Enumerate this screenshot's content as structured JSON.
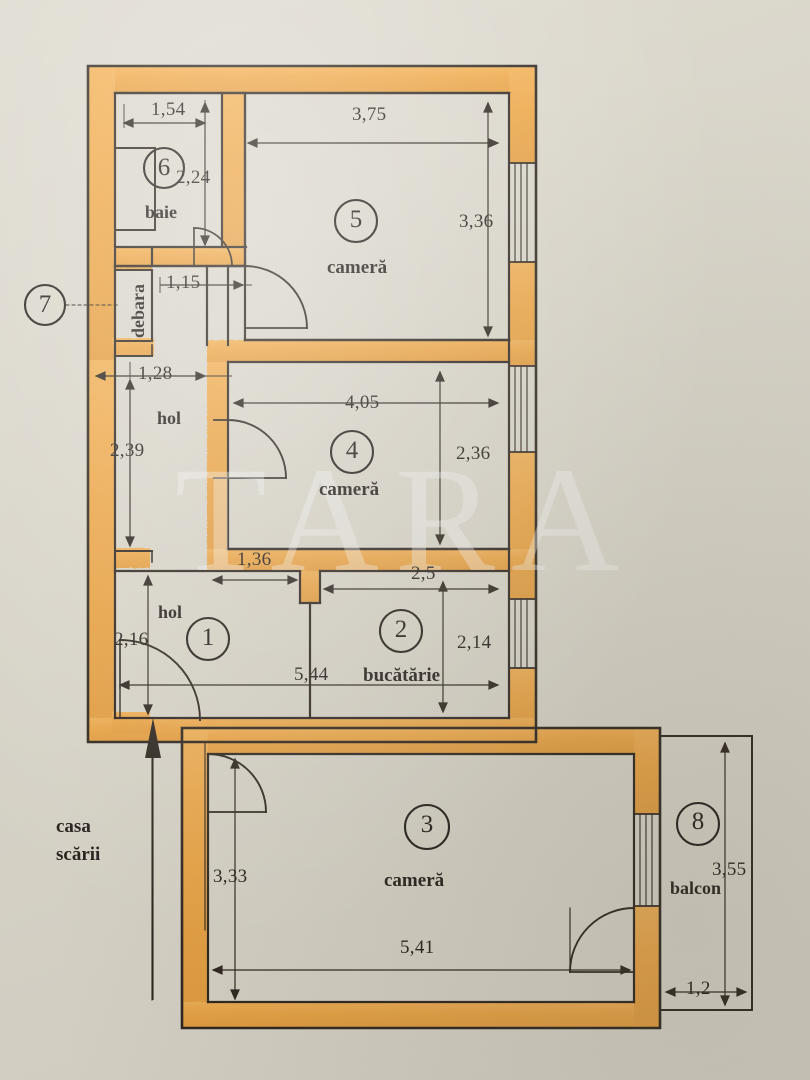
{
  "document": {
    "kind": "apartment-floor-plan",
    "watermark": "TARA",
    "language": "ro"
  },
  "colors": {
    "paper": "#dbd7cb",
    "wall_highlight": "#f0a43c",
    "ink": "#1a1410",
    "room_fill": "#d7d3c7"
  },
  "rooms": [
    {
      "index": "1",
      "marker": "1",
      "name": "hol",
      "width": "1,36",
      "height": "2,16"
    },
    {
      "index": "2",
      "marker": "2",
      "name": "bucătărie",
      "width": "2,5",
      "height": "2,14"
    },
    {
      "index": "3",
      "marker": "3",
      "name": "cameră",
      "width": "5,41",
      "height": "3,33"
    },
    {
      "index": "4",
      "marker": "4",
      "name": "cameră",
      "width": "4,05",
      "height": "2,36"
    },
    {
      "index": "5",
      "marker": "5",
      "name": "cameră",
      "width": "3,75",
      "height": "3,36"
    },
    {
      "index": "6",
      "marker": "6",
      "name": "baie",
      "width": "1,54",
      "height": "2,24"
    },
    {
      "index": "7",
      "marker": "7",
      "name": "debara",
      "width": "1,15",
      "height": ""
    },
    {
      "index": "8",
      "marker": "8",
      "name": "balcon",
      "width": "1,2",
      "height": "3,55"
    }
  ],
  "markers": {
    "m1": "1",
    "m2": "2",
    "m3": "3",
    "m4": "4",
    "m5": "5",
    "m6": "6",
    "m7": "7",
    "m8": "8"
  },
  "labels": {
    "baie": "baie",
    "debara": "debara",
    "hol_upper": "hol",
    "hol_lower": "hol",
    "camera5": "cameră",
    "camera4": "cameră",
    "camera3": "cameră",
    "bucatarie": "bucătărie",
    "balcon": "balcon",
    "casa_scarii_line1": "casa",
    "casa_scarii_line2": "scării"
  },
  "dimensions": {
    "baie_w": "1,54",
    "baie_h": "2,24",
    "debara_w": "1,15",
    "hol_upper_w": "1,28",
    "hol_upper_h": "2,39",
    "camera5_w": "3,75",
    "camera5_h": "3,36",
    "camera4_w": "4,05",
    "camera4_h": "2,36",
    "hol_lower_w": "1,36",
    "hol_lower_h": "2,16",
    "bucatarie_w": "2,5",
    "bucatarie_h": "2,14",
    "total_lower_w": "5,44",
    "camera3_w": "5,41",
    "camera3_h": "3,33",
    "balcon_w": "1,2",
    "balcon_h": "3,55"
  }
}
